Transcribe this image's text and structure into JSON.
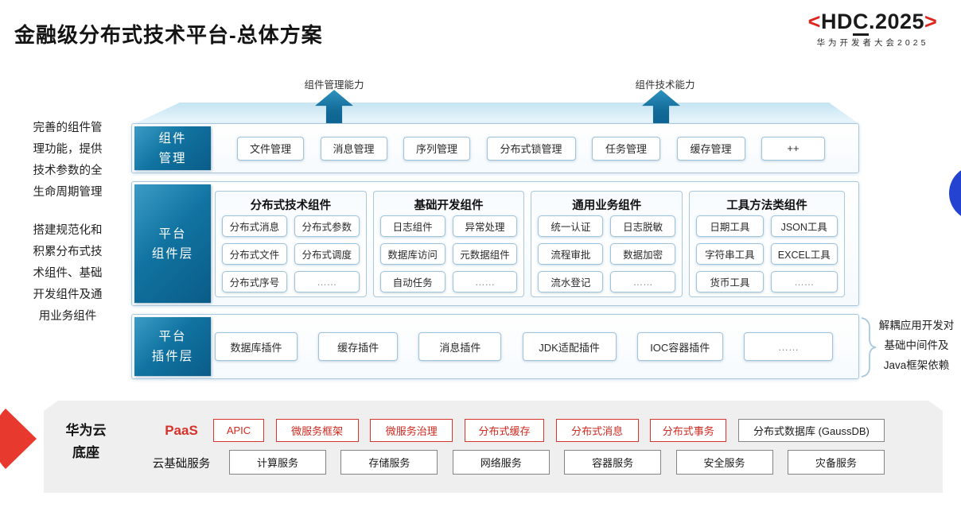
{
  "title": "金融级分布式技术平台-总体方案",
  "logo": {
    "lt": "<",
    "hd": "HD",
    "c": "C",
    "rest": ".2025",
    "gt": ">",
    "subtitle": "华为开发者大会2025"
  },
  "arrows": {
    "mgmt": "组件管理能力",
    "tech": "组件技术能力"
  },
  "notes": {
    "left1": "完善的组件管\n理功能，提供\n技术参数的全\n生命周期管理",
    "left2": "搭建规范化和\n积累分布式技\n术组件、基础\n开发组件及通\n用业务组件",
    "right": "解耦应用开发对\n基础中间件及\nJava框架依赖"
  },
  "layers": {
    "component_mgmt": {
      "label": "组件\n管理",
      "items": [
        "文件管理",
        "消息管理",
        "序列管理",
        "分布式锁管理",
        "任务管理",
        "缓存管理",
        "++"
      ]
    },
    "platform_components": {
      "label": "平台\n组件层",
      "columns": [
        {
          "title": "分布式技术组件",
          "items": [
            "分布式消息",
            "分布式参数",
            "分布式文件",
            "分布式调度",
            "分布式序号",
            "……"
          ]
        },
        {
          "title": "基础开发组件",
          "items": [
            "日志组件",
            "异常处理",
            "数据库访问",
            "元数据组件",
            "自动任务",
            "……"
          ]
        },
        {
          "title": "通用业务组件",
          "items": [
            "统一认证",
            "日志脱敏",
            "流程审批",
            "数据加密",
            "流水登记",
            "……"
          ]
        },
        {
          "title": "工具方法类组件",
          "items": [
            "日期工具",
            "JSON工具",
            "字符串工具",
            "EXCEL工具",
            "货币工具",
            "……"
          ]
        }
      ]
    },
    "platform_plugins": {
      "label": "平台\n插件层",
      "items": [
        "数据库插件",
        "缓存插件",
        "消息插件",
        "JDK适配插件",
        "IOC容器插件",
        "……"
      ]
    }
  },
  "foundation": {
    "label": "华为云\n底座",
    "paas": {
      "label": "PaaS",
      "items": [
        "APIC",
        "微服务框架",
        "微服务治理",
        "分布式缓存",
        "分布式消息",
        "分布式事务"
      ],
      "db_item": "分布式数据库 (GaussDB)"
    },
    "iaas": {
      "label": "云基础服务",
      "items": [
        "计算服务",
        "存储服务",
        "网络服务",
        "容器服务",
        "安全服务",
        "灾备服务"
      ]
    }
  },
  "colors": {
    "teal_dark": "#0a5c88",
    "teal_light": "#3a9cc6",
    "border_blue": "#a9c8dd",
    "accent_red": "#d8302a",
    "panel_gray": "#efefef",
    "circle_blue": "#2443d1"
  }
}
